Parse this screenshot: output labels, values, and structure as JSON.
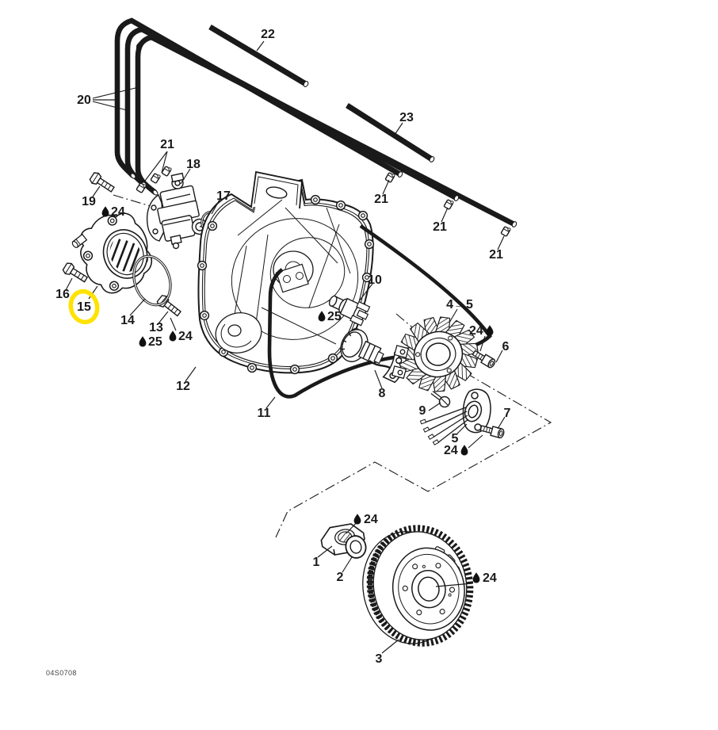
{
  "diagram": {
    "code": "04S0708",
    "background_color": "#ffffff",
    "line_color": "#1a1a1a",
    "highlight_color": "#ffe200",
    "highlighted_part": "15",
    "parts": {
      "p1": "1",
      "p2": "2",
      "p3": "3",
      "p4to5": "4→5",
      "p5": "5",
      "p6": "6",
      "p7": "7",
      "p8": "8",
      "p9": "9",
      "p10": "10",
      "p11": "11",
      "p12": "12",
      "p13": "13",
      "p14": "14",
      "p15": "15",
      "p16": "16",
      "p17": "17",
      "p18": "18",
      "p19": "19",
      "p20": "20",
      "p21": "21",
      "p22": "22",
      "p23": "23",
      "p24": "24",
      "p25": "25"
    },
    "icons": {
      "lubricant_icon": "oil-drop-icon"
    }
  }
}
